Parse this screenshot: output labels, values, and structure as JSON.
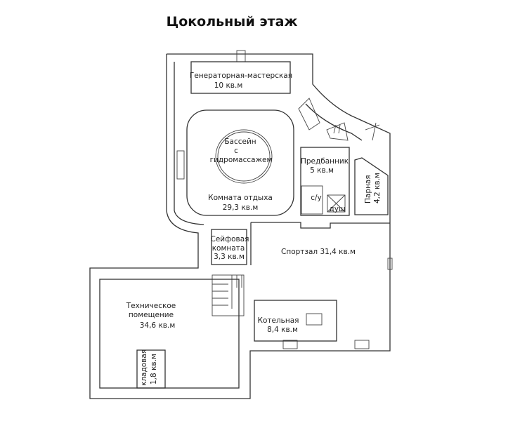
{
  "title": "Цокольный этаж",
  "rooms": {
    "generator": {
      "name": "Генераторная-мастерская",
      "area": "10 кв.м"
    },
    "pool": {
      "line1": "Бассейн",
      "line2": "с",
      "line3": "гидромассажем"
    },
    "rest": {
      "name": "Комната отдыха",
      "area": "29,3 кв.м"
    },
    "predbannik": {
      "name": "Предбанник",
      "area": "5 кв.м"
    },
    "wc": {
      "name": "с/у"
    },
    "shower": {
      "name": "душ"
    },
    "parnaya": {
      "name": "Парная",
      "area": "4,2 кв.м"
    },
    "safe": {
      "line1": "Сейфовая",
      "line2": "комната",
      "area": "3,3 кв.м"
    },
    "gym": {
      "name": "Спортзал 31,4 кв.м"
    },
    "tech": {
      "line1": "Техническое",
      "line2": "помещение",
      "area": "34,6 кв.м"
    },
    "storage": {
      "name": "кладовая",
      "area": "1,8 кв.м"
    },
    "boiler": {
      "name": "Котельная",
      "area": "8,4 кв.м"
    }
  }
}
